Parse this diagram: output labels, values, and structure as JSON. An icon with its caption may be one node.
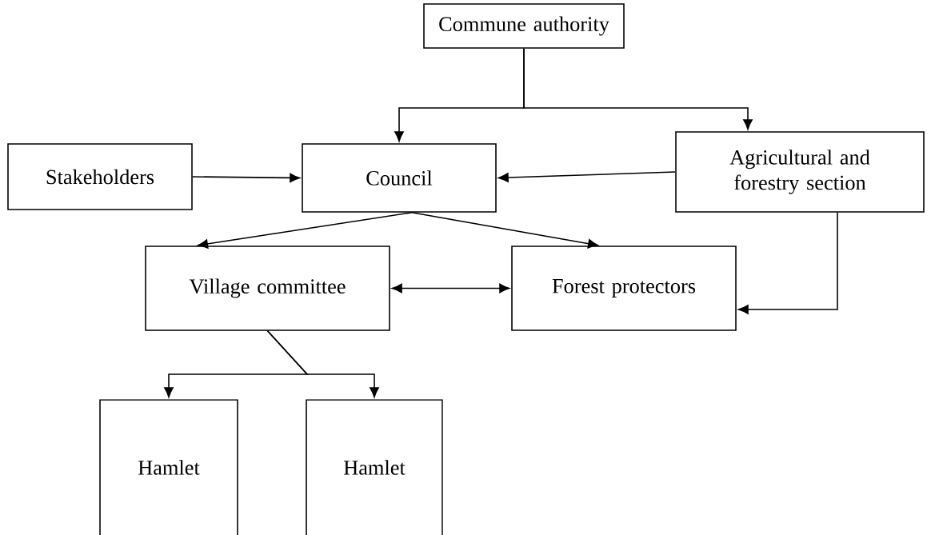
{
  "diagram": {
    "nodes": [
      {
        "text": [
          "Commune authority"
        ]
      },
      {
        "text": [
          "Stakeholders"
        ]
      },
      {
        "text": [
          "Council"
        ]
      },
      {
        "text": [
          "Agricultural and forestry section"
        ]
      },
      {
        "text": [
          "Village committee"
        ]
      },
      {
        "text": [
          "Forest protectors"
        ]
      },
      {
        "text": [
          "Hamlet"
        ]
      },
      {
        "text": [
          "Hamlet"
        ]
      }
    ],
    "edges": [
      {
        "from": 0,
        "to": 2,
        "arrow": "to"
      },
      {
        "from": 0,
        "to": 3,
        "arrow": "to"
      },
      {
        "from": 1,
        "to": 2,
        "arrow": "to"
      },
      {
        "from": 3,
        "to": 2,
        "arrow": "to"
      },
      {
        "from": 2,
        "to": 4,
        "arrow": "to"
      },
      {
        "from": 2,
        "to": 5,
        "arrow": "to"
      },
      {
        "from": 4,
        "to": 5,
        "arrow": "both"
      },
      {
        "from": 3,
        "to": 5,
        "arrow": "to"
      },
      {
        "from": 4,
        "to": 6,
        "arrow": "to"
      },
      {
        "from": 4,
        "to": 7,
        "arrow": "to"
      }
    ]
  }
}
